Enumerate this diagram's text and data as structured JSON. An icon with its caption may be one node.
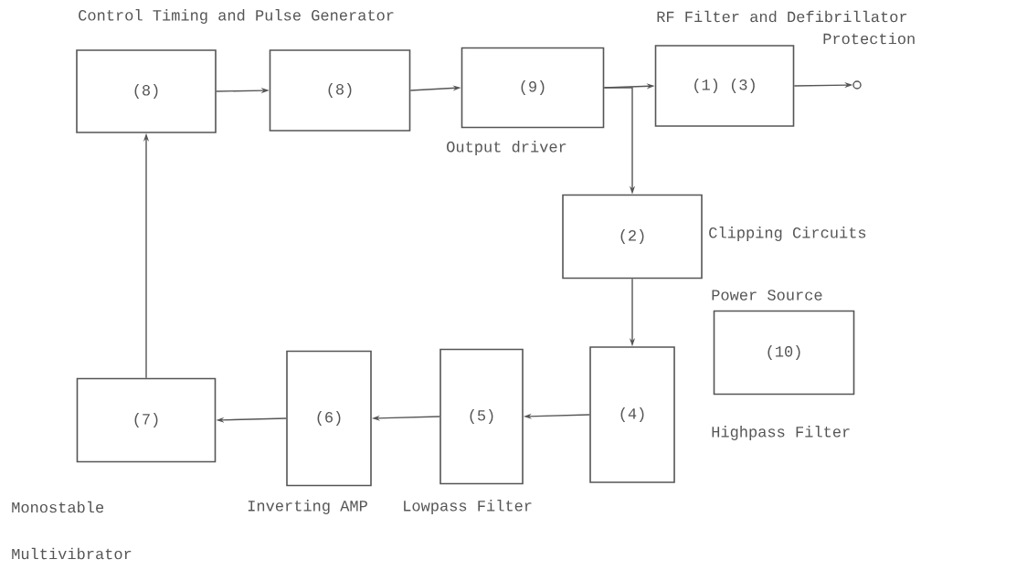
{
  "diagram": {
    "nodes": [
      {
        "text": [
          "(8)"
        ]
      },
      {
        "text": [
          "(8)"
        ]
      },
      {
        "text": [
          "(9)"
        ]
      },
      {
        "text": [
          "(1) (3)"
        ]
      },
      {
        "text": [],
        "shape": "circle"
      },
      {
        "text": [
          "(2)"
        ]
      },
      {
        "text": [
          "(10)"
        ]
      },
      {
        "text": [
          "(4)"
        ]
      },
      {
        "text": [
          "(5)"
        ]
      },
      {
        "text": [
          "(6)"
        ]
      },
      {
        "text": [
          "(7)"
        ]
      }
    ],
    "edges": [
      {
        "from": 0,
        "to": 1,
        "arrow": "to"
      },
      {
        "from": 1,
        "to": 2,
        "arrow": "to"
      },
      {
        "from": 2,
        "to": 3,
        "arrow": "to"
      },
      {
        "from": 2,
        "to": 5,
        "arrow": "to"
      },
      {
        "from": 3,
        "to": 4,
        "arrow": "to"
      },
      {
        "from": 5,
        "to": 7,
        "arrow": "to"
      },
      {
        "from": 7,
        "to": 8,
        "arrow": "to"
      },
      {
        "from": 8,
        "to": 9,
        "arrow": "to"
      },
      {
        "from": 9,
        "to": 10,
        "arrow": "to"
      },
      {
        "from": 10,
        "to": 0,
        "arrow": "to"
      }
    ],
    "labels": [
      "Control Timing and Pulse Generator",
      "RF Filter and Defibrillator",
      "Protection",
      "Output driver",
      "Clipping Circuits",
      "Power Source",
      "Highpass Filter",
      "Monostable",
      "Inverting AMP",
      "Lowpass Filter",
      "Multivibrator"
    ]
  }
}
